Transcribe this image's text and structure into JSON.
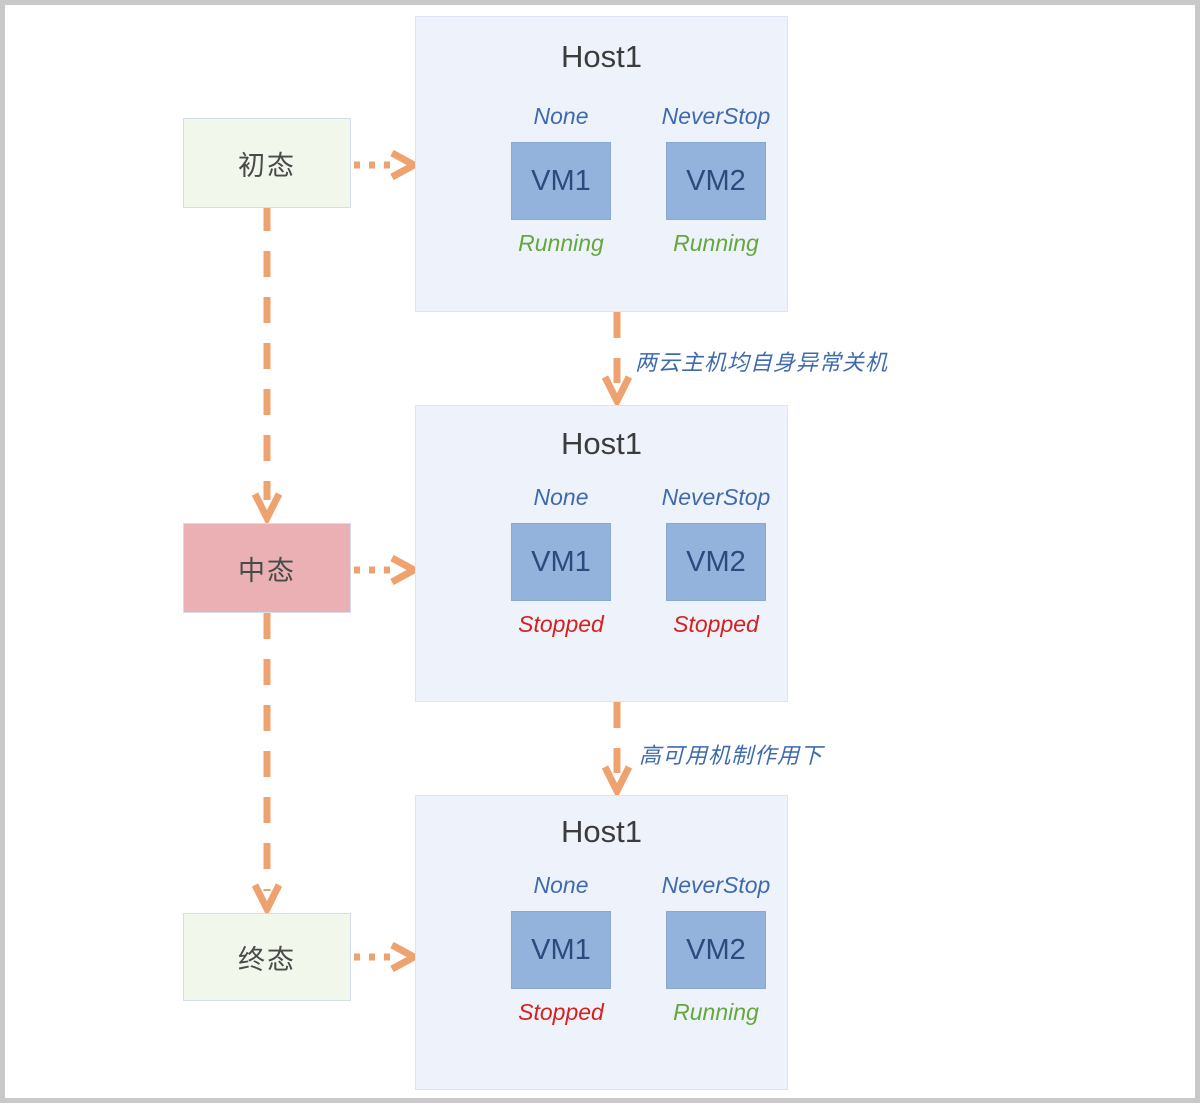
{
  "diagram": {
    "title": "VM HA state transition",
    "colors": {
      "accent_arrow": "#eda26f",
      "host_bg": "#eef2fb",
      "vm_fill": "#94b3dc",
      "initial_state_bg": "#f1f7ea",
      "middle_state_bg": "#eab0b3",
      "running_text": "#63a83d",
      "stopped_text": "#d81f1f",
      "policy_text": "#3f6bad"
    }
  },
  "states": [
    {
      "id": "initial",
      "label": "初态"
    },
    {
      "id": "middle",
      "label": "中态"
    },
    {
      "id": "final",
      "label": "终态"
    }
  ],
  "hosts": [
    {
      "id": "host-stage-1",
      "title": "Host1",
      "vms": [
        {
          "name": "VM1",
          "policy": "None",
          "status": "Running",
          "status_kind": "running"
        },
        {
          "name": "VM2",
          "policy": "NeverStop",
          "status": "Running",
          "status_kind": "running"
        }
      ]
    },
    {
      "id": "host-stage-2",
      "title": "Host1",
      "vms": [
        {
          "name": "VM1",
          "policy": "None",
          "status": "Stopped",
          "status_kind": "stopped"
        },
        {
          "name": "VM2",
          "policy": "NeverStop",
          "status": "Stopped",
          "status_kind": "stopped"
        }
      ]
    },
    {
      "id": "host-stage-3",
      "title": "Host1",
      "vms": [
        {
          "name": "VM1",
          "policy": "None",
          "status": "Stopped",
          "status_kind": "stopped"
        },
        {
          "name": "VM2",
          "policy": "NeverStop",
          "status": "Running",
          "status_kind": "running"
        }
      ]
    }
  ],
  "transitions": [
    {
      "id": "t1",
      "label": "两云主机均自身异常关机"
    },
    {
      "id": "t2",
      "label": "高可用机制作用下"
    }
  ]
}
